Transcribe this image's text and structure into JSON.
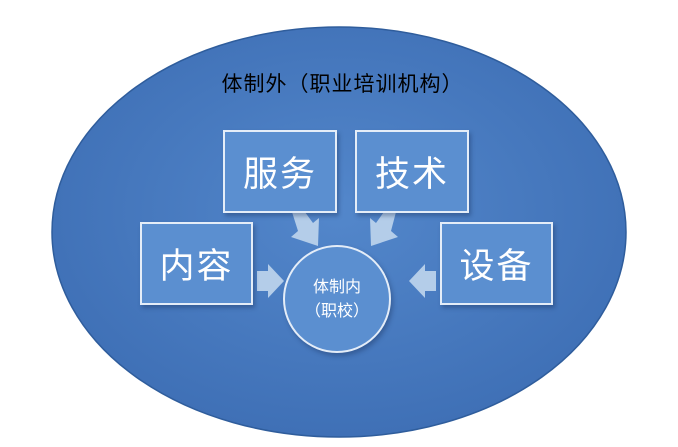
{
  "diagram": {
    "outer": {
      "label": "体制外（职业培训机构）"
    },
    "inner": {
      "line1": "体制内",
      "line2": "（职校）"
    },
    "boxes": {
      "service": "服务",
      "tech": "技术",
      "content": "内容",
      "equipment": "设备"
    },
    "colors": {
      "outer_fill": "#4a7cc3",
      "box_fill": "#5b8fd0",
      "arrow_fill": "#b4cde9",
      "outline": "#e4edf8"
    }
  }
}
